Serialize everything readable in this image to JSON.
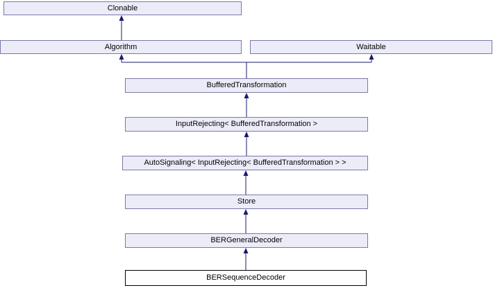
{
  "diagram": {
    "type": "class-inheritance",
    "nodes": [
      {
        "id": "clonable",
        "label": "Clonable"
      },
      {
        "id": "algorithm",
        "label": "Algorithm"
      },
      {
        "id": "waitable",
        "label": "Waitable"
      },
      {
        "id": "buffered-transformation",
        "label": "BufferedTransformation"
      },
      {
        "id": "input-rejecting",
        "label": "InputRejecting< BufferedTransformation >"
      },
      {
        "id": "auto-signaling",
        "label": "AutoSignaling< InputRejecting< BufferedTransformation > >"
      },
      {
        "id": "store",
        "label": "Store"
      },
      {
        "id": "ber-general-decoder",
        "label": "BERGeneralDecoder"
      },
      {
        "id": "ber-sequence-decoder",
        "label": "BERSequenceDecoder",
        "current": true
      }
    ],
    "edges": [
      {
        "from": "algorithm",
        "to": "clonable"
      },
      {
        "from": "buffered-transformation",
        "to": "algorithm"
      },
      {
        "from": "buffered-transformation",
        "to": "waitable"
      },
      {
        "from": "input-rejecting",
        "to": "buffered-transformation"
      },
      {
        "from": "auto-signaling",
        "to": "input-rejecting"
      },
      {
        "from": "store",
        "to": "auto-signaling"
      },
      {
        "from": "ber-general-decoder",
        "to": "store"
      },
      {
        "from": "ber-sequence-decoder",
        "to": "ber-general-decoder"
      }
    ],
    "colors": {
      "node_fill": "#ECECF9",
      "node_border": "#7878A8",
      "current_fill": "#FFFFFF",
      "current_border": "#000000",
      "arrow": "#191970",
      "background": "#FFFFFF"
    }
  }
}
